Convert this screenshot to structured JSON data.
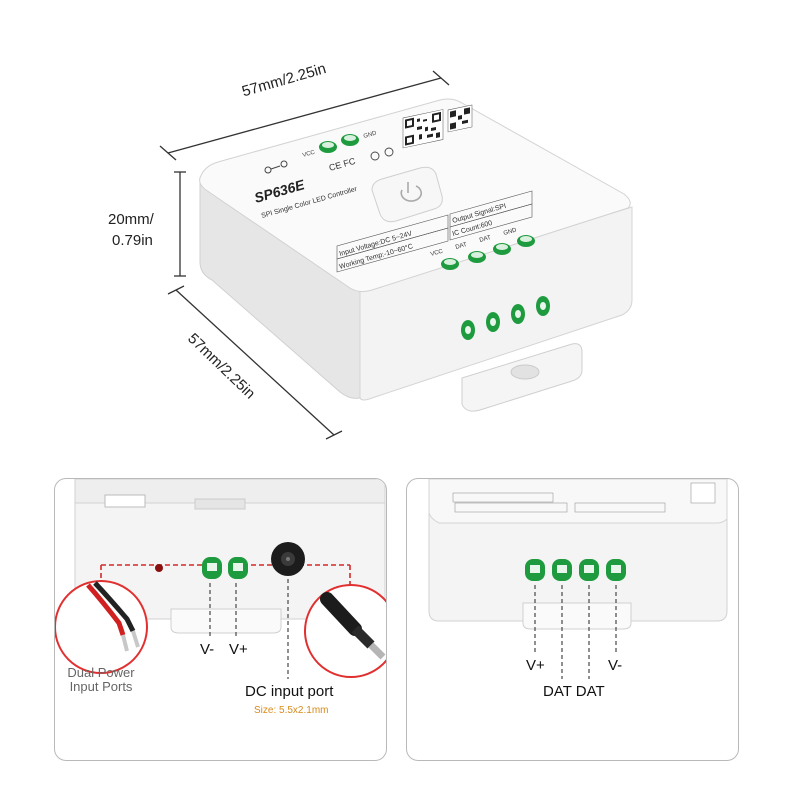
{
  "dimensions": {
    "top_width": "57mm/2.25in",
    "height_line1": "20mm/",
    "height_line2": "0.79in",
    "side_depth": "57mm/2.25in"
  },
  "device": {
    "model": "SP636E",
    "subtitle": "SPI Single Color LED Controller",
    "power_labels": [
      "VCC",
      "GND"
    ],
    "certifications": "CE FC",
    "spec_left": [
      "Input Voltage:DC 5~24V",
      "Working Temp:-10~60°C"
    ],
    "spec_right": [
      "Output Signal:SPI",
      "IC Count:600"
    ],
    "pin_labels": [
      "VCC",
      "DAT",
      "DAT",
      "GND"
    ]
  },
  "left_panel": {
    "pin_minus": "V-",
    "pin_plus": "V+",
    "dual_power_line1": "Dual Power",
    "dual_power_line2": "Input Ports",
    "dc_port_label": "DC input port",
    "dc_size": "Size: 5.5x2.1mm"
  },
  "right_panel": {
    "pin_plus": "V+",
    "pin_minus": "V-",
    "dat_label": "DAT DAT"
  },
  "colors": {
    "terminal_green": "#1f9b3f",
    "dash_red": "#d42a2a",
    "callout_red": "#e0302f",
    "size_orange": "#d88a1a"
  }
}
